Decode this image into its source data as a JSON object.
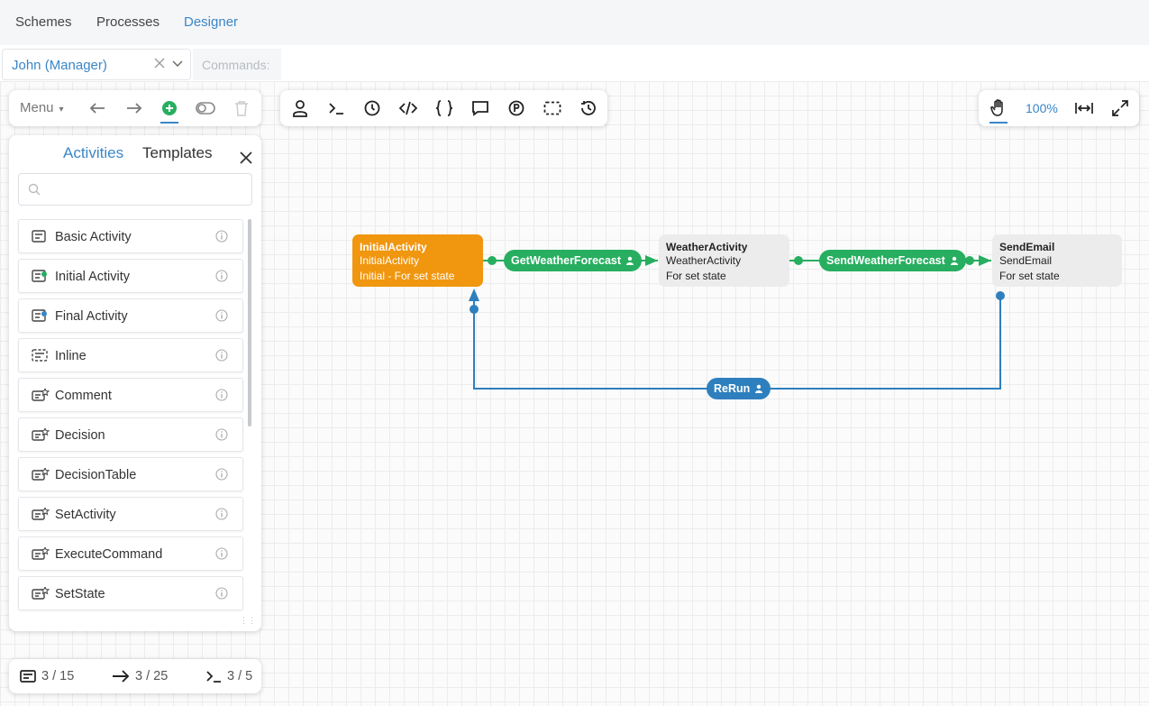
{
  "nav": {
    "items": [
      "Schemes",
      "Processes",
      "Designer"
    ],
    "active": "Designer"
  },
  "cmdbar": {
    "user": "John (Manager)",
    "commands_placeholder": "Commands:"
  },
  "toolbar_left": {
    "menu_label": "Menu"
  },
  "toolbar_right": {
    "zoom": "100%"
  },
  "side": {
    "tabs": {
      "activities": "Activities",
      "templates": "Templates"
    },
    "items": [
      {
        "label": "Basic Activity",
        "icon": "activity-icon"
      },
      {
        "label": "Initial Activity",
        "icon": "initial-activity-icon"
      },
      {
        "label": "Final Activity",
        "icon": "final-activity-icon"
      },
      {
        "label": "Inline",
        "icon": "inline-icon"
      },
      {
        "label": "Comment",
        "icon": "custom-activity-icon"
      },
      {
        "label": "Decision",
        "icon": "custom-activity-icon"
      },
      {
        "label": "DecisionTable",
        "icon": "custom-activity-icon"
      },
      {
        "label": "SetActivity",
        "icon": "custom-activity-icon"
      },
      {
        "label": "ExecuteCommand",
        "icon": "custom-activity-icon"
      },
      {
        "label": "SetState",
        "icon": "custom-activity-icon"
      }
    ]
  },
  "status": {
    "activities": "3 / 15",
    "transitions": "3 / 25",
    "commands": "3 / 5"
  },
  "diagram": {
    "nodes": {
      "initial": {
        "title": "InitialActivity",
        "sub": "InitialActivity",
        "state": "Initial - For set state"
      },
      "weather": {
        "title": "WeatherActivity",
        "sub": "WeatherActivity",
        "state": "For set state"
      },
      "email": {
        "title": "SendEmail",
        "sub": "SendEmail",
        "state": "For set state"
      }
    },
    "transitions": {
      "t1": "GetWeatherForecast",
      "t2": "SendWeatherForecast",
      "t3": "ReRun"
    },
    "colors": {
      "initial": "#f0960f",
      "node": "#ececec",
      "green": "#27ae60",
      "blue": "#2e7fbd",
      "accent": "#3a86c8"
    }
  }
}
